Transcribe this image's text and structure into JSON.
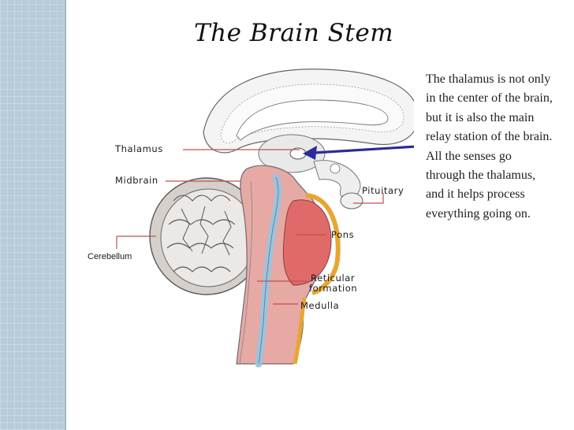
{
  "slide": {
    "title": "The Brain Stem",
    "description": "The thalamus is not only in the center of the brain, but it is also the main relay station of the brain. All the senses go through the thalamus, and it helps process everything going on."
  },
  "diagram": {
    "labels": {
      "thalamus": "Thalamus",
      "midbrain": "Midbrain",
      "pituitary": "Pituitary",
      "cerebellum": "Cerebellum",
      "pons": "Pons",
      "reticular_line1": "Reticular",
      "reticular_line2": "formation",
      "medulla": "Medulla"
    },
    "colors": {
      "leader_line": "#c0504d",
      "arrow": "#2b2b9a",
      "brainstem_fill": "#e7a9a4",
      "ventricle": "#9ec3dc",
      "pons_fill": "#e06a6a",
      "outer_band": "#e8a62f"
    }
  }
}
